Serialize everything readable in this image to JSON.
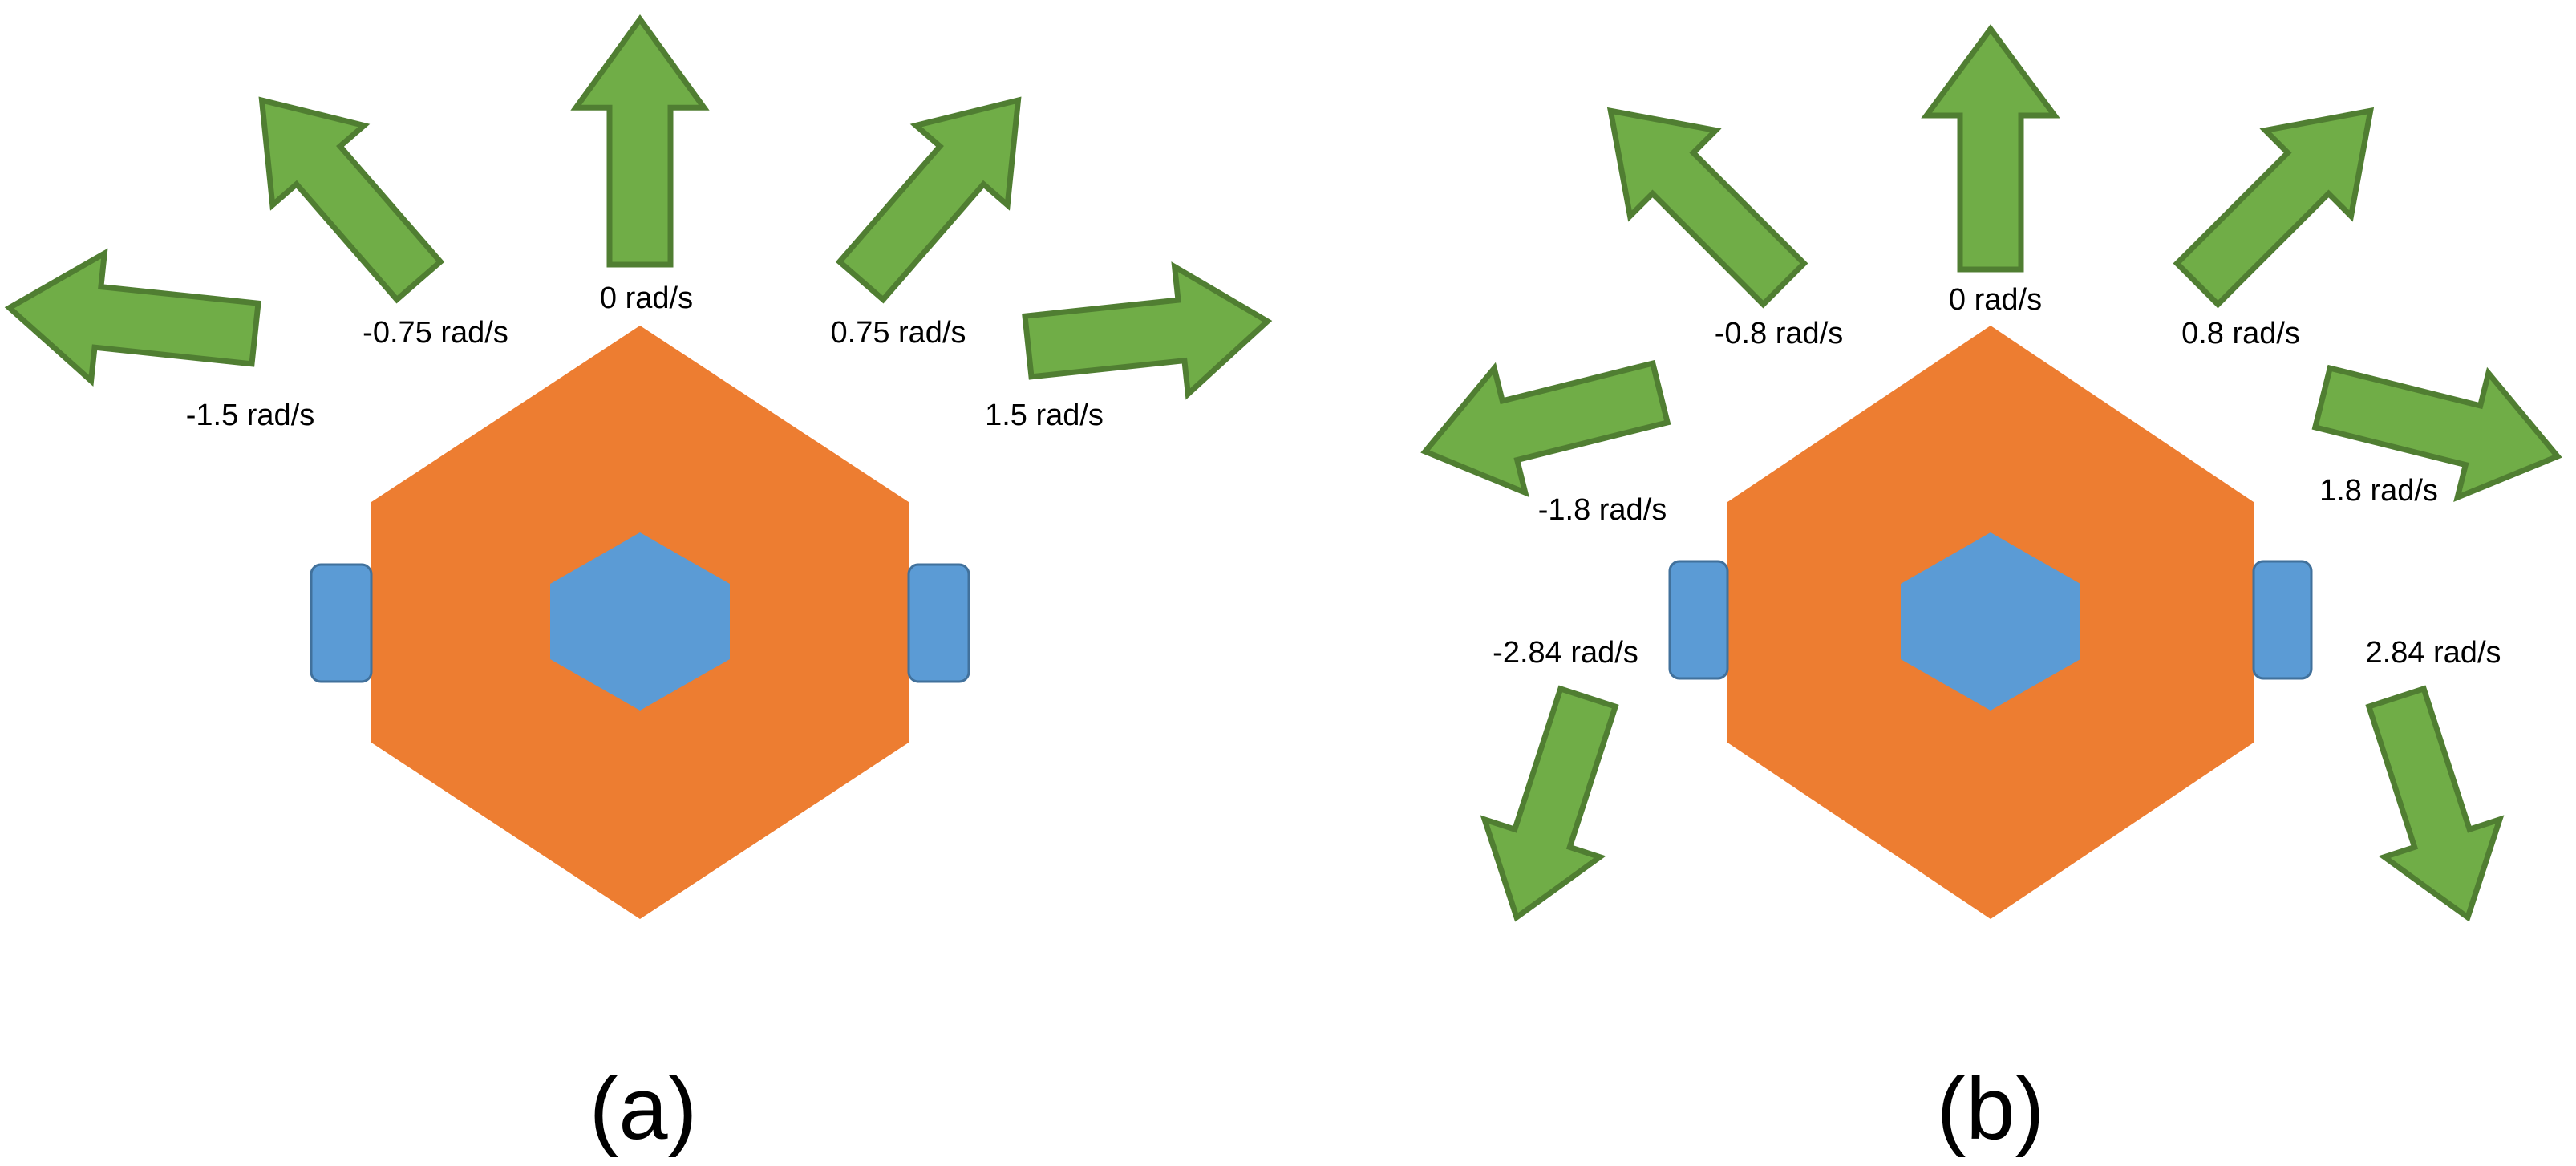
{
  "colors": {
    "body": "#ED7D31",
    "sensor": "#5B9BD5",
    "wheel": "#5B9BD5",
    "wheel_stroke": "#41719C",
    "arrow_fill": "#70AD47",
    "arrow_stroke": "#507E32",
    "text": "#000000"
  },
  "icons": {
    "robot": "hexagon-robot-icon",
    "arrow": "direction-arrow-icon"
  },
  "panels": [
    {
      "id": "a",
      "caption": "(a)",
      "actions": [
        {
          "label": "-1.5 rad/s"
        },
        {
          "label": "-0.75 rad/s"
        },
        {
          "label": "0 rad/s"
        },
        {
          "label": "0.75 rad/s"
        },
        {
          "label": "1.5 rad/s"
        }
      ]
    },
    {
      "id": "b",
      "caption": "(b)",
      "actions": [
        {
          "label": "-2.84 rad/s"
        },
        {
          "label": "-1.8 rad/s"
        },
        {
          "label": "-0.8 rad/s"
        },
        {
          "label": "0 rad/s"
        },
        {
          "label": "0.8 rad/s"
        },
        {
          "label": "1.8 rad/s"
        },
        {
          "label": "2.84 rad/s"
        }
      ]
    }
  ]
}
